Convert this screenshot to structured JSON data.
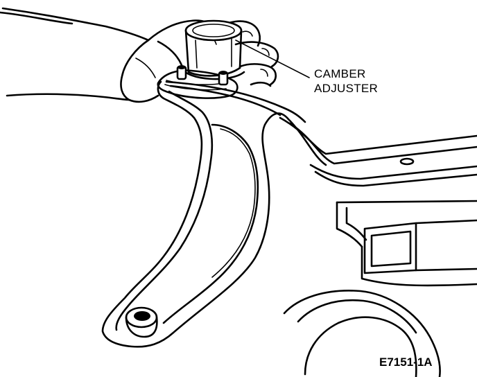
{
  "callout": {
    "line1": "CAMBER",
    "line2": "ADJUSTER"
  },
  "figure_id": "E7151-1A",
  "colors": {
    "ink": "#000000",
    "paper": "#ffffff"
  }
}
